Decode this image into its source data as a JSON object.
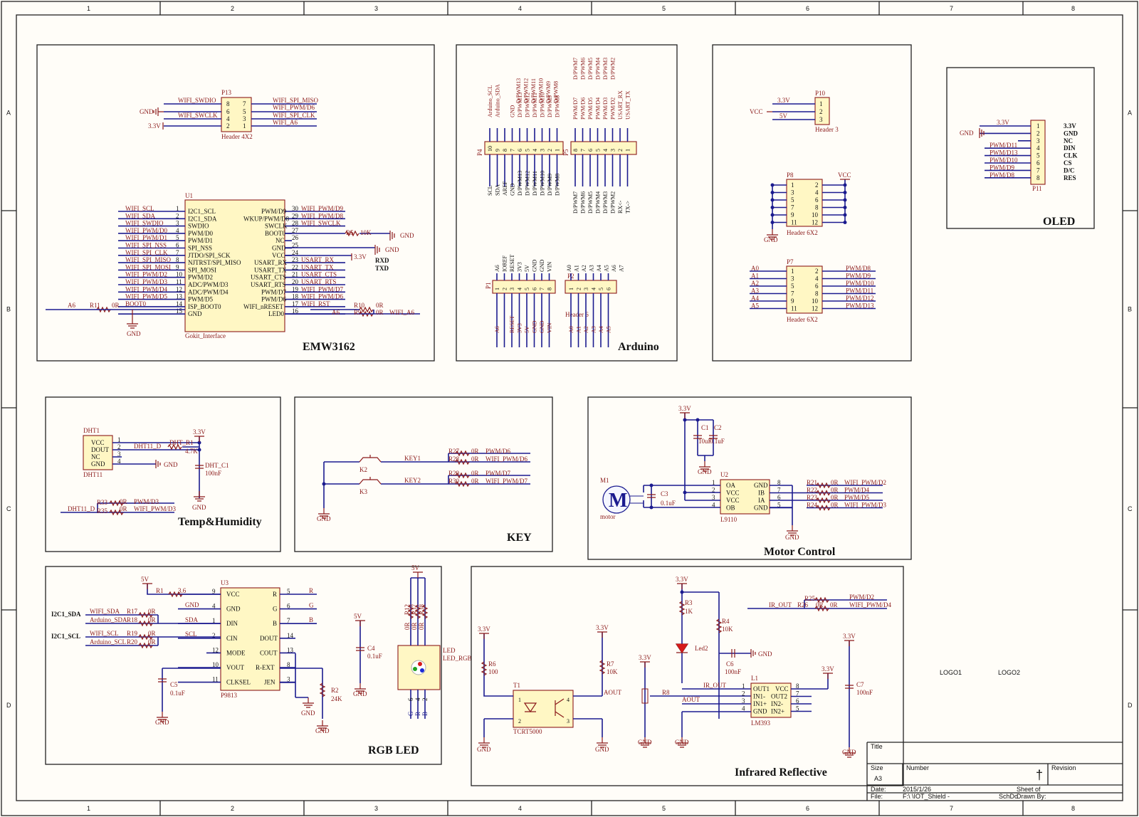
{
  "border": {
    "columns": [
      "1",
      "2",
      "3",
      "4",
      "5",
      "6",
      "7",
      "8"
    ],
    "rows": [
      "A",
      "B",
      "C",
      "D"
    ]
  },
  "blocks": {
    "emw": "EMW3162",
    "arduino": "Arduino",
    "oled": "OLED",
    "temp": "Temp&Humidity",
    "key": "KEY",
    "motor": "Motor Control",
    "rgb": "RGB LED",
    "ir": "Infrared Reflective"
  },
  "p13": {
    "ref": "P13",
    "part": "Header 4X2",
    "left_pins": [
      "8",
      "6",
      "4",
      "2"
    ],
    "right_pins": [
      "7",
      "5",
      "3",
      "1"
    ],
    "left_nets": [
      "WIFI_SWDIO",
      "WIFI_SWCLK"
    ],
    "right_nets": [
      "WIFI_SPI_MISO",
      "WIFI_PWM/D6",
      "WIFI_SPI_CLK",
      "WIFI_A6"
    ],
    "gnd": "GND",
    "v33": "3.3V"
  },
  "u1": {
    "ref": "U1",
    "part": "Gokit_Interface",
    "left_names": [
      "I2C1_SCL",
      "I2C1_SDA",
      "SWDIO",
      "PWM/D0",
      "PWM/D1",
      "SPI_NSS",
      "JTDO/SPI_SCK",
      "NJTRST/SPI_MISO",
      "SPI_MOSI",
      "PWM/D2",
      "ADC/PWM/D3",
      "ADC/PWM/D4",
      "PWM/D5",
      "ISP_BOOT0",
      "GND"
    ],
    "left_pins": [
      "1",
      "2",
      "3",
      "4",
      "5",
      "6",
      "7",
      "8",
      "9",
      "10",
      "11",
      "12",
      "13",
      "14",
      "15"
    ],
    "left_nets": [
      "WIFI_SCL",
      "WIFI_SDA",
      "WIFI_SWDIO",
      "WIFI_PWM/D0",
      "WIFI_PWM/D1",
      "WIFI_SPI_NSS",
      "WIFI_SPI_CLK",
      "WIFI_SPI_MISO",
      "WIFI_SPI_MOSI",
      "WIFI_PWM/D2",
      "WIFI_PWM/D3",
      "WIFI_PWM/D4",
      "WIFI_PWM/D5",
      "BOOT0",
      ""
    ],
    "right_names": [
      "PWM/D9",
      "WKUP/PWM/D8",
      "SWCLK",
      "BOOT0",
      "NC",
      "GND",
      "VCC",
      "USART_RX",
      "USART_TX",
      "USART_CTS",
      "USART_RTS",
      "PWM/D7",
      "PWM/D6",
      "WIFI_nRESET",
      "LED0"
    ],
    "right_pins": [
      "30",
      "29",
      "28",
      "27",
      "26",
      "25",
      "24",
      "23",
      "22",
      "21",
      "20",
      "19",
      "18",
      "17",
      "16"
    ],
    "right_nets": [
      "WIFI_PWM/D9",
      "WIFI_PWM/D8",
      "WIFI_SWCLK",
      "",
      "",
      "",
      "",
      "USART_RX",
      "USART_TX",
      "USART_CTS",
      "USART_RTS",
      "WIFI_PWM/D7",
      "WIFI_PWM/D6",
      "WIFI_RST",
      ""
    ],
    "r5": "R5",
    "r5v": "10K",
    "r11": "R11",
    "r11v": "0R",
    "a6": "A6",
    "r10": "R10",
    "r10v": "0R",
    "r9": "R9",
    "r9v": "0R",
    "wifi_a6": "WIFI_A6",
    "rxd": "RXD",
    "txd": "TXD",
    "v33": "3.3V",
    "gnd": "GND"
  },
  "p4": {
    "ref": "P4",
    "pins": [
      "10",
      "9",
      "8",
      "7",
      "6",
      "5",
      "4",
      "3",
      "2",
      "1"
    ],
    "top_nets": [
      "Arduino_SCL",
      "Arduino_SDA",
      "",
      "GND",
      "D/PWM13",
      "D/PWM12",
      "D/PWM11",
      "D/PWM10",
      "D/PWM9",
      "D/PWM8"
    ],
    "top_extra": [
      "D/PWM13",
      "D/PWM12",
      "D/PWM11",
      "D/PWM10",
      "D/PWM9",
      "D/PWM8"
    ],
    "bottom": [
      "SCL",
      "SDA",
      "AREF",
      "GND",
      "D/PWM13",
      "D/PWM12",
      "D/PWM11",
      "D/PWM10",
      "D/PWM9",
      "D/PWM8"
    ]
  },
  "p5": {
    "ref": "P5",
    "pins": [
      "8",
      "7",
      "6",
      "5",
      "4",
      "3",
      "2",
      "1"
    ],
    "top_nets": [
      "PWM/D7",
      "PWM/D6",
      "PWM/D5",
      "PWM/D4",
      "PWM/D3",
      "PWM/D2",
      "USART_RX",
      "USART_TX"
    ],
    "top_extra": [
      "D/PWM7",
      "D/PWM6",
      "D/PWM5",
      "D/PWM4",
      "D/PWM3",
      "D/PWM2"
    ],
    "bottom": [
      "D/PWM7",
      "D/PWM6",
      "D/PWM5",
      "D/PWM4",
      "D/PWM3",
      "D/PWM2",
      "RX<-",
      "TX->"
    ]
  },
  "p1": {
    "ref": "P1",
    "pins": [
      "1",
      "2",
      "3",
      "4",
      "5",
      "6",
      "7",
      "8"
    ],
    "top": [
      "A6",
      "IOREF",
      "RESET",
      "3V3",
      "5V",
      "GND",
      "GND",
      "VIN"
    ],
    "bottom": [
      "A6",
      "",
      "RESET",
      "3V3",
      "5V",
      "GND",
      "GND",
      "VIN"
    ]
  },
  "p2": {
    "ref": "P2",
    "part": "Header 6",
    "pins": [
      "1",
      "2",
      "3",
      "4",
      "5",
      "6"
    ],
    "top": [
      "A0",
      "A1",
      "A2",
      "A3",
      "A4",
      "A5",
      "A6",
      "A7"
    ],
    "bottom": [
      "A0",
      "A1",
      "A2",
      "A3",
      "A4",
      "A5"
    ]
  },
  "p10": {
    "ref": "P10",
    "part": "Header 3",
    "pins": [
      "1",
      "2",
      "3"
    ],
    "nets": [
      "3.3V",
      "VCC",
      "5V"
    ]
  },
  "p8": {
    "ref": "P8",
    "part": "Header 6X2",
    "vcc": "VCC",
    "gnd": "GND",
    "left": [
      "1",
      "3",
      "5",
      "7",
      "9",
      "11"
    ],
    "right": [
      "2",
      "4",
      "6",
      "8",
      "10",
      "12"
    ]
  },
  "p7": {
    "ref": "P7",
    "part": "Header 6X2",
    "left": [
      "1",
      "3",
      "5",
      "7",
      "9",
      "11"
    ],
    "right": [
      "2",
      "4",
      "6",
      "8",
      "10",
      "12"
    ],
    "left_nets": [
      "A0",
      "A1",
      "A2",
      "A3",
      "A4",
      "A5"
    ],
    "right_nets": [
      "PWM/D8",
      "PWM/D9",
      "PWM/D10",
      "PWM/D11",
      "PWM/D12",
      "PWM/D13"
    ]
  },
  "p11": {
    "ref": "P11",
    "pins": [
      "1",
      "2",
      "3",
      "4",
      "5",
      "6",
      "7",
      "8"
    ],
    "labels": [
      "3.3V",
      "GND",
      "NC",
      "DIN",
      "CLK",
      "CS",
      "D/C",
      "RES"
    ],
    "nets": [
      "PWM/D11",
      "PWM/D13",
      "PWM/D10",
      "PWM/D9",
      "PWM/D8"
    ],
    "v33": "3.3V",
    "gnd": "GND"
  },
  "dht": {
    "ref": "DHT1",
    "part": "DHT11",
    "pins": [
      "VCC",
      "DOUT",
      "NC",
      "GND"
    ],
    "nums": [
      "1",
      "2",
      "3",
      "4"
    ],
    "net": "DHT11_D",
    "r": "DHT_R1",
    "rv": "4.7K",
    "c": "DHT_C1",
    "cv": "100nF",
    "v33": "3.3V",
    "gnd": "GND",
    "gnd2": "GND",
    "r33": "R33",
    "r35": "R35",
    "r0": "0R",
    "r0b": "0R",
    "pwm": "PWM/D3",
    "wpwm": "WIFI_PWM/D3",
    "dnet": "DHT11_D"
  },
  "keys": {
    "k2": "K2",
    "k3": "K3",
    "key1": "KEY1",
    "key2": "KEY2",
    "r27": "R27",
    "r28": "R28",
    "r29": "R29",
    "r30": "R30",
    "zero": "0R",
    "n1": "PWM/D6",
    "n2": "WIFI_PWM/D6",
    "n3": "PWM/D7",
    "n4": "WIFI_PWM/D7",
    "gnd": "GND"
  },
  "motor": {
    "m": "M1",
    "mt": "motor",
    "ml": "M",
    "u2": "U2",
    "part": "L9110",
    "left": [
      "OA",
      "VCC",
      "VCC",
      "OB"
    ],
    "lp": [
      "1",
      "2",
      "3",
      "4"
    ],
    "right": [
      "GND",
      "IB",
      "IA",
      "GND"
    ],
    "rp": [
      "8",
      "7",
      "6",
      "5"
    ],
    "c1": "C1",
    "c1v": "10uF",
    "c2": "C2",
    "c2v": "0.1uF",
    "c3": "C3",
    "c3v": "0.1uF",
    "v33": "3.3V",
    "gnd": "GND",
    "gnd2": "GND",
    "rs": [
      "R21",
      "R22",
      "R23",
      "R24"
    ],
    "zero": "0R",
    "nets": [
      "WIFI_PWM/D2",
      "PWM/D4",
      "PWM/D5",
      "WIFI_PWM/D3"
    ]
  },
  "rgb": {
    "u3": "U3",
    "part": "P9813",
    "left": [
      "VCC",
      "GND",
      "DIN",
      "CIN",
      "MODE",
      "VOUT",
      "CLKSEL"
    ],
    "lp": [
      "9",
      "4",
      "1",
      "2",
      "12",
      "10",
      "11"
    ],
    "right": [
      "R",
      "G",
      "B",
      "DOUT",
      "COUT",
      "R-EXT",
      "JEN"
    ],
    "rp": [
      "5",
      "6",
      "7",
      "14",
      "13",
      "8",
      "3"
    ],
    "rn": [
      "R",
      "G",
      "B"
    ],
    "r1": "R1",
    "r1v": "3.6",
    "v5": "5V",
    "gnd": "GND",
    "sda": "SDA",
    "scl": "SCL",
    "i2c_sda": "I2C1_SDA",
    "i2c_scl": "I2C1_SCL",
    "r17": "R17",
    "r18": "R18",
    "r19": "R19",
    "r20": "R20",
    "zero": "0R",
    "n1": "WIFI_SDA",
    "n2": "Arduino_SDA",
    "n3": "WIFI_SCL",
    "n4": "Arduino_SCL",
    "c5": "C5",
    "c5v": "0.1uF",
    "r2": "R2",
    "r2v": "24K",
    "c4": "C4",
    "c4v": "0.1uF",
    "led": "LED",
    "led_rgb": "LED_RGB",
    "rs": [
      "R12",
      "R37",
      "R38"
    ],
    "v5b": "5V",
    "v5c": "5V",
    "ledpins": [
      "G",
      "R",
      "B"
    ],
    "pins6": [
      "6",
      "4",
      "2"
    ]
  },
  "ir": {
    "t1": "T1",
    "part": "TCRT5000",
    "r6": "R6",
    "r6v": "100",
    "r7": "R7",
    "r7v": "10K",
    "aout": "AOUT",
    "aout2": "AOUT",
    "v33": "3.3V",
    "gnd": "GND",
    "r3": "R3",
    "r3v": "1K",
    "r4": "R4",
    "r4v": "10K",
    "led2": "Led2",
    "c6": "C6",
    "c6v": "100nF",
    "r8": "R8",
    "ir_out": "IR_OUT",
    "ir_out2": "IR_OUT",
    "l1": "L1",
    "part2": "LM393",
    "left": [
      "OUT1",
      "IN1-",
      "IN1+",
      "GND"
    ],
    "lp": [
      "1",
      "2",
      "3",
      "4"
    ],
    "right": [
      "VCC",
      "OUT2",
      "IN2-",
      "IN2+"
    ],
    "rp": [
      "8",
      "7",
      "6",
      "5"
    ],
    "c7": "C7",
    "c7v": "100nF",
    "r25": "R25",
    "r26": "R26",
    "zero": "0R",
    "n1": "PWM/D2",
    "n2": "WIFI_PWM/D4"
  },
  "logos": [
    "LOGO1",
    "LOGO2"
  ],
  "title_block": {
    "title": "Title",
    "size": "Size",
    "size_v": "A3",
    "number": "Number",
    "revision": "Revision",
    "date": "Date:",
    "date_v": "2015/1/26",
    "sheet": "Sheet   of",
    "file": "File:",
    "file_v": "F:\\           \\IOT_Shield -",
    "schdoc": "SchDo",
    "drawn": "Drawn By:"
  }
}
